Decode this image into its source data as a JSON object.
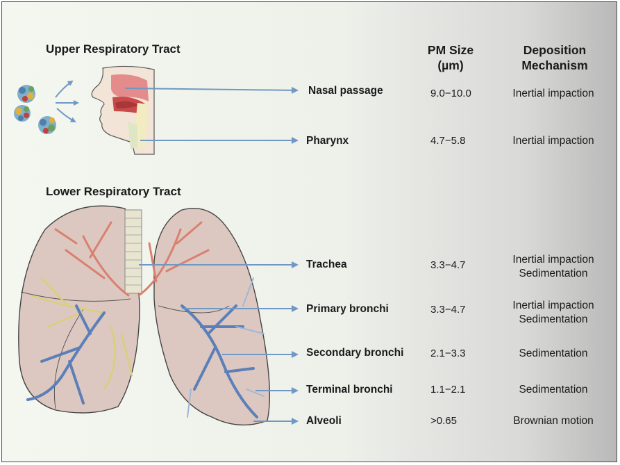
{
  "headings": {
    "upper": "Upper Respiratory Tract",
    "lower": "Lower Respiratory Tract"
  },
  "columns": {
    "pm_size_line1": "PM Size",
    "pm_size_line2": "(µm)",
    "mechanism_line1": "Deposition",
    "mechanism_line2": "Mechanism"
  },
  "rows": [
    {
      "label": "Nasal passage",
      "size": "9.0−10.0",
      "mech1": "Inertial impaction",
      "mech2": ""
    },
    {
      "label": "Pharynx",
      "size": "4.7−5.8",
      "mech1": "Inertial impaction",
      "mech2": ""
    },
    {
      "label": "Trachea",
      "size": "3.3−4.7",
      "mech1": "Inertial impaction",
      "mech2": "Sedimentation"
    },
    {
      "label": "Primary bronchi",
      "size": "3.3−4.7",
      "mech1": "Inertial impaction",
      "mech2": "Sedimentation"
    },
    {
      "label": "Secondary bronchi",
      "size": "2.1−3.3",
      "mech1": "Sedimentation",
      "mech2": ""
    },
    {
      "label": "Terminal bronchi",
      "size": "1.1−2.1",
      "mech1": "Sedimentation",
      "mech2": ""
    },
    {
      "label": "Alveoli",
      "size": ">0.65",
      "mech1": "Brownian motion",
      "mech2": ""
    }
  ],
  "colors": {
    "arrow": "#6f98c4",
    "lung_fill": "#dcc8c0",
    "bronchi_blue": "#5b7fb8",
    "bronchi_red": "#d9806f",
    "bronchi_yellow": "#d8d07a",
    "trachea": "#e7e4cf"
  }
}
